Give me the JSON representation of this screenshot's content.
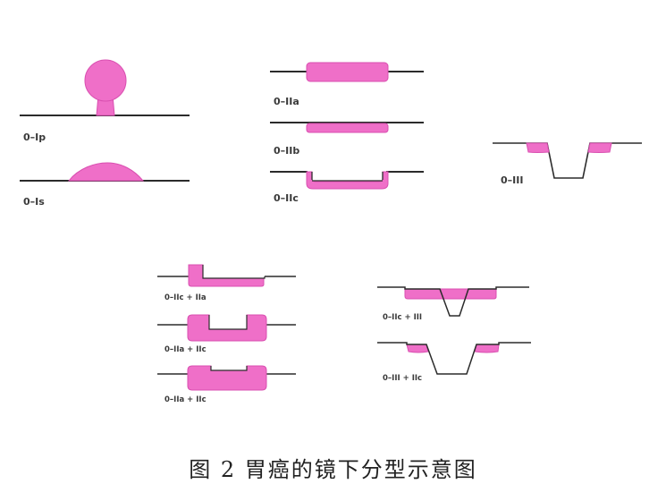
{
  "colors": {
    "lesion": "#ef6fc8",
    "lesion_stroke": "#d94fb0",
    "mucosa": "#2b2b2b"
  },
  "labels": {
    "ip": "0–Ip",
    "is": "0–Is",
    "iia": "0–IIa",
    "iib": "0–IIb",
    "iic": "0–IIc",
    "iii": "0–III",
    "iic_iia": "0–IIc + IIa",
    "iia_iic_1": "0–IIa + IIc",
    "iia_iic_2": "0–IIa + IIc",
    "iic_iii": "0–IIc + III",
    "iii_iic": "0–III + IIc"
  },
  "caption": "图 2  胃癌的镜下分型示意图"
}
